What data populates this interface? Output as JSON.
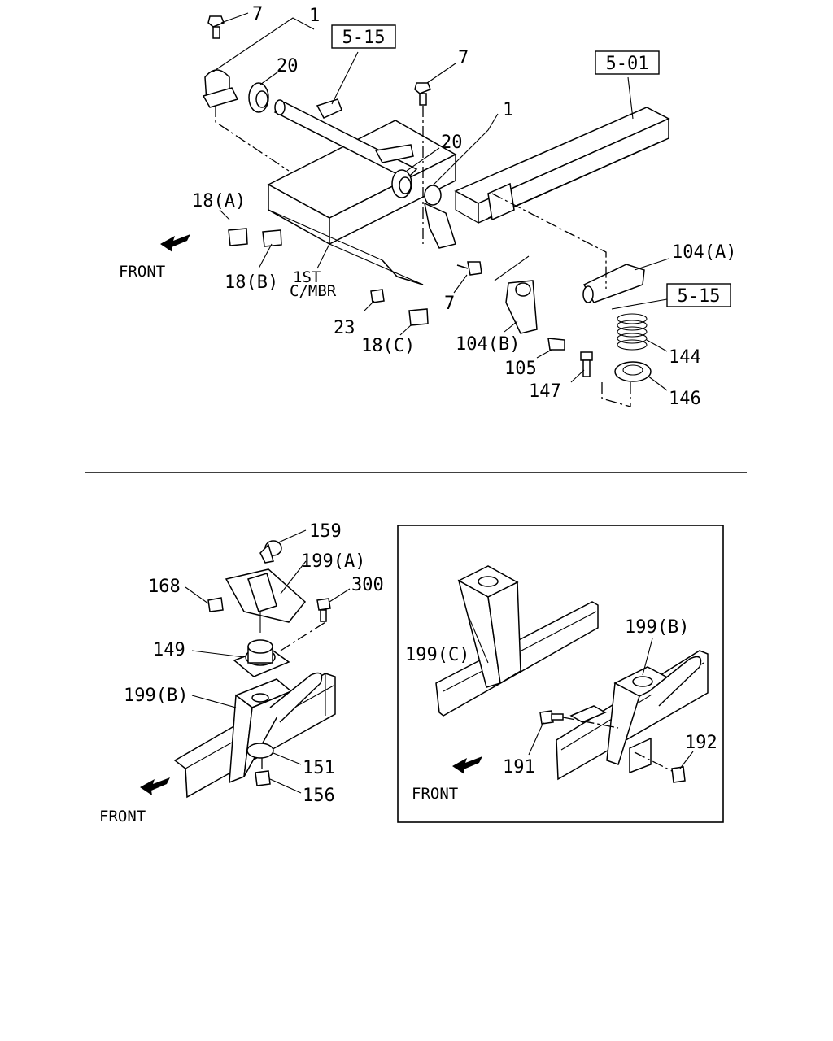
{
  "top": {
    "ref_boxes": [
      "5-15",
      "5-01",
      "5-15"
    ],
    "labels": {
      "c7_top": "7",
      "c1_top": "1",
      "c20_top": "20",
      "c7_mid": "7",
      "c1_mid": "1",
      "c20_mid": "20",
      "c18a": "18(A)",
      "c18b": "18(B)",
      "c18c": "18(C)",
      "front": "FRONT",
      "member1": "1ST",
      "member2": "C/MBR",
      "c7_low": "7",
      "c23": "23",
      "c104a": "104(A)",
      "c104b": "104(B)",
      "c105": "105",
      "c144": "144",
      "c146": "146",
      "c147": "147"
    }
  },
  "bottom_left": {
    "labels": {
      "c159": "159",
      "c199a": "199(A)",
      "c168": "168",
      "c300": "300",
      "c149": "149",
      "c199b": "199(B)",
      "c151": "151",
      "c156": "156",
      "front": "FRONT"
    }
  },
  "inset": {
    "labels": {
      "c199c": "199(C)",
      "c199b": "199(B)",
      "c191": "191",
      "c192": "192",
      "front": "FRONT"
    }
  },
  "icons": [
    "front-arrow-icon",
    "front-arrow-icon",
    "front-arrow-icon"
  ]
}
